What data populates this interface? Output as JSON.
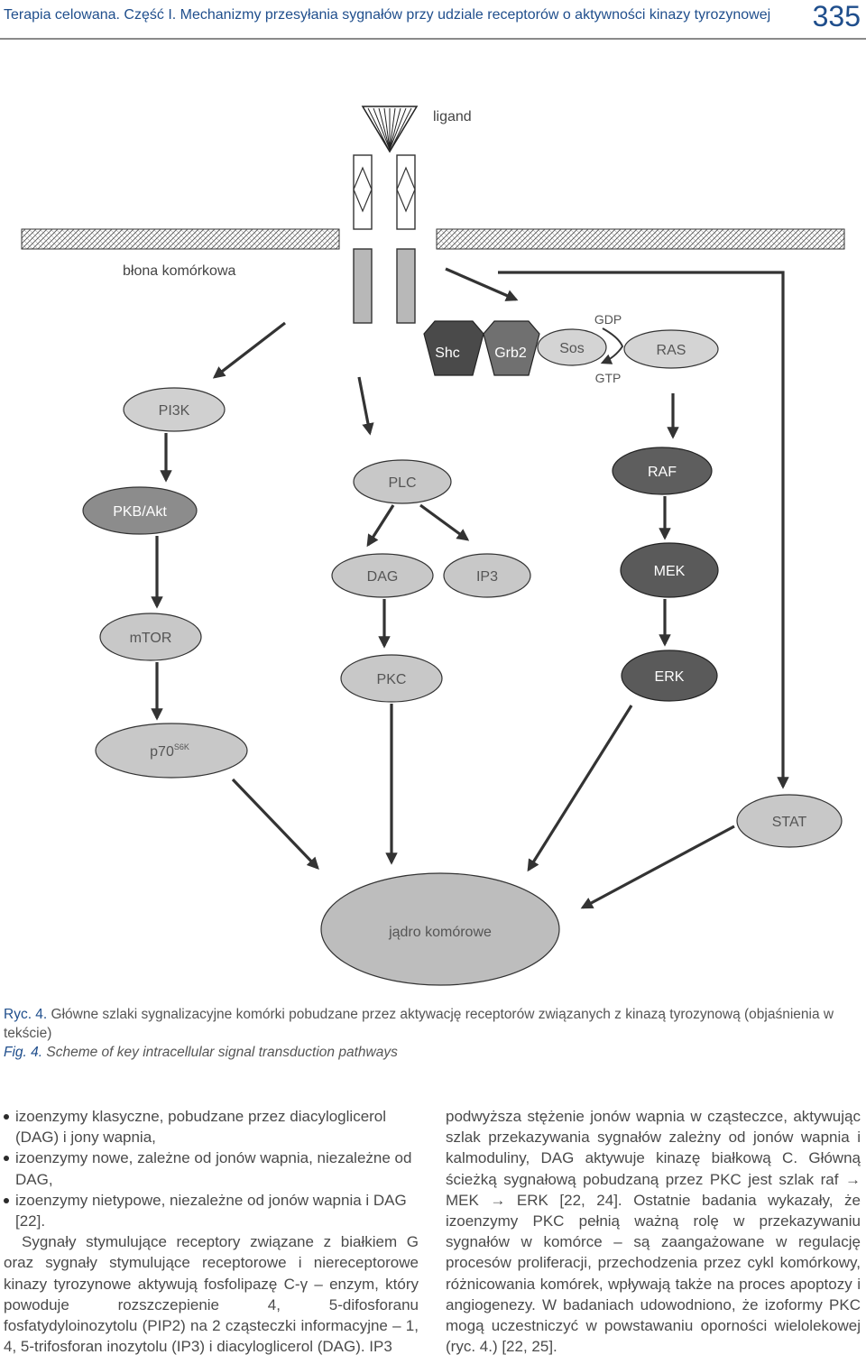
{
  "header": {
    "title": "Terapia celowana. Część I. Mechanizmy przesyłania sygnałów przy udziale receptorów o aktywności kinazy tyrozynowej",
    "page_number": "335"
  },
  "figure": {
    "labels": {
      "ligand": "ligand",
      "membrane": "błona komórkowa",
      "shc": "Shc",
      "grb2": "Grb2",
      "sos": "Sos",
      "gdp": "GDP",
      "gtp": "GTP",
      "ras": "RAS",
      "pi3k": "PI3K",
      "pkb": "PKB/Akt",
      "plc": "PLC",
      "raf": "RAF",
      "dag": "DAG",
      "ip3": "IP3",
      "mek": "MEK",
      "mtor": "mTOR",
      "pkc": "PKC",
      "erk": "ERK",
      "p70": "p70",
      "p70_sup": "S6K",
      "stat": "STAT",
      "nucleus": "jądro komórowe"
    },
    "colors": {
      "light_node": "#c8c8c8",
      "dark_node": "#5c5c5c",
      "node_border": "#2a2a2a",
      "arrow": "#333333"
    }
  },
  "caption": {
    "pl_label": "Ryc. 4.",
    "pl_text": "Główne szlaki sygnalizacyjne komórki pobudzane przez aktywację receptorów związanych z kinazą tyrozynową (objaśnienia w tekście)",
    "en_label": "Fig. 4.",
    "en_text": "Scheme of key intracellular signal transduction pathways"
  },
  "body": {
    "bullets": [
      "izoenzymy klasyczne, pobudzane przez diacyloglicerol (DAG) i jony wapnia,",
      "izoenzymy nowe, zależne od jonów wapnia, niezależne od DAG,",
      "izoenzymy nietypowe, niezależne od jonów wapnia i DAG [22]."
    ],
    "left_paragraph": "Sygnały stymulujące receptory związane z białkiem G oraz sygnały stymulujące receptorowe i niereceptorowe kinazy tyrozynowe aktywują fosfolipazę C-γ – enzym, który powoduje rozszczepienie 4, 5-difosforanu fosfatydyloinozytolu (PIP2) na 2 cząsteczki informacyjne – 1, 4, 5-trifosforan inozytolu (IP3) i diacyloglicerol (DAG). IP3",
    "right_paragraph": "podwyższa stężenie jonów wapnia w cząsteczce, aktywując szlak przekazywania sygnałów zależny od jonów wapnia i kalmoduliny, DAG aktywuje kinazę białkową C. Główną ścieżką sygnałową pobudzaną przez PKC jest szlak raf → MEK → ERK [22, 24]. Ostatnie badania wykazały, że izoenzymy PKC pełnią ważną rolę w przekazywaniu sygnałów w komórce – są zaangażowane w regulację procesów proliferacji, przechodzenia przez cykl komórkowy, różnicowania komórek, wpływają także na proces apoptozy i angiogenezy. W badaniach udowodniono, że izoformy PKC mogą uczestniczyć w powstawaniu oporności wielolekowej (ryc. 4.) [22, 25]."
  }
}
